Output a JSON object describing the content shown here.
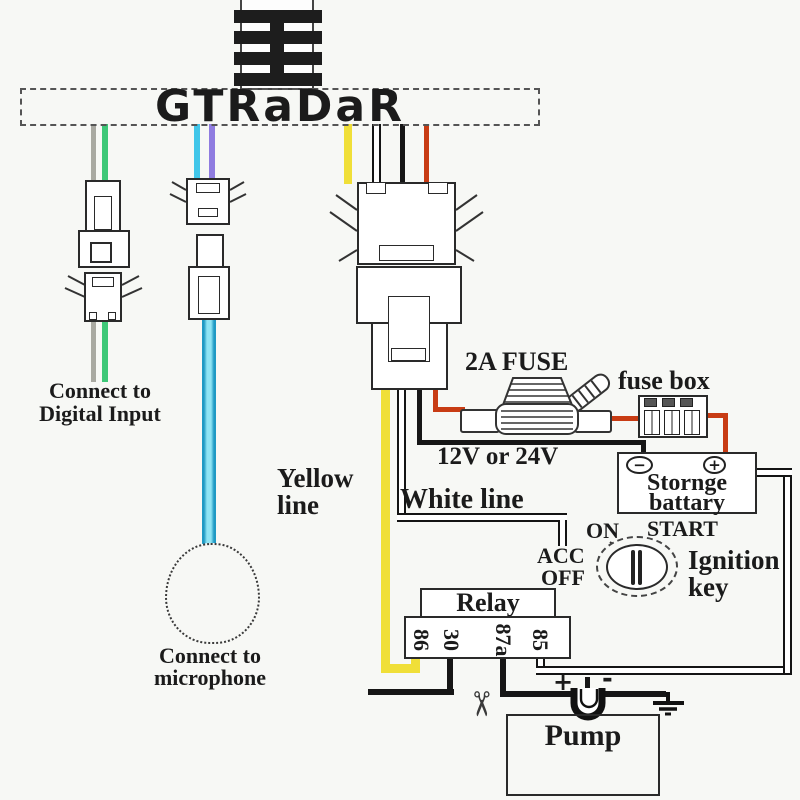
{
  "title": "GTRaDaR",
  "branches": {
    "digital_input": {
      "line1": "Connect to",
      "line2": "Digital Input"
    },
    "microphone": {
      "line1": "Connect to",
      "line2": "microphone"
    }
  },
  "wires": {
    "yellow_label_line1": "Yellow",
    "yellow_label_line2": "line",
    "white_label": "White line"
  },
  "power": {
    "fuse_label": "2A FUSE",
    "fuse_box_label": "fuse box",
    "voltage_label": "12V or 24V",
    "battery_line1": "Stornge",
    "battery_line2": "battary",
    "battery_minus": "−",
    "battery_plus": "+"
  },
  "ignition": {
    "pos_on": "ON",
    "pos_start": "START",
    "pos_acc": "ACC",
    "pos_off": "OFF",
    "label_line1": "Ignition",
    "label_line2": "key"
  },
  "relay": {
    "label": "Relay",
    "pins": [
      "86",
      "30",
      "87a",
      "85"
    ]
  },
  "pump": {
    "label": "Pump",
    "plus": "+",
    "minus": "-"
  },
  "icons": {
    "scissors": "✂"
  },
  "colors": {
    "yellow": "#f0df38",
    "green": "#3ec878",
    "gray": "#a9a9a1",
    "cyan": "#41c6e9",
    "purple": "#8f7ce0",
    "red": "#c83c14",
    "black": "#161616"
  }
}
